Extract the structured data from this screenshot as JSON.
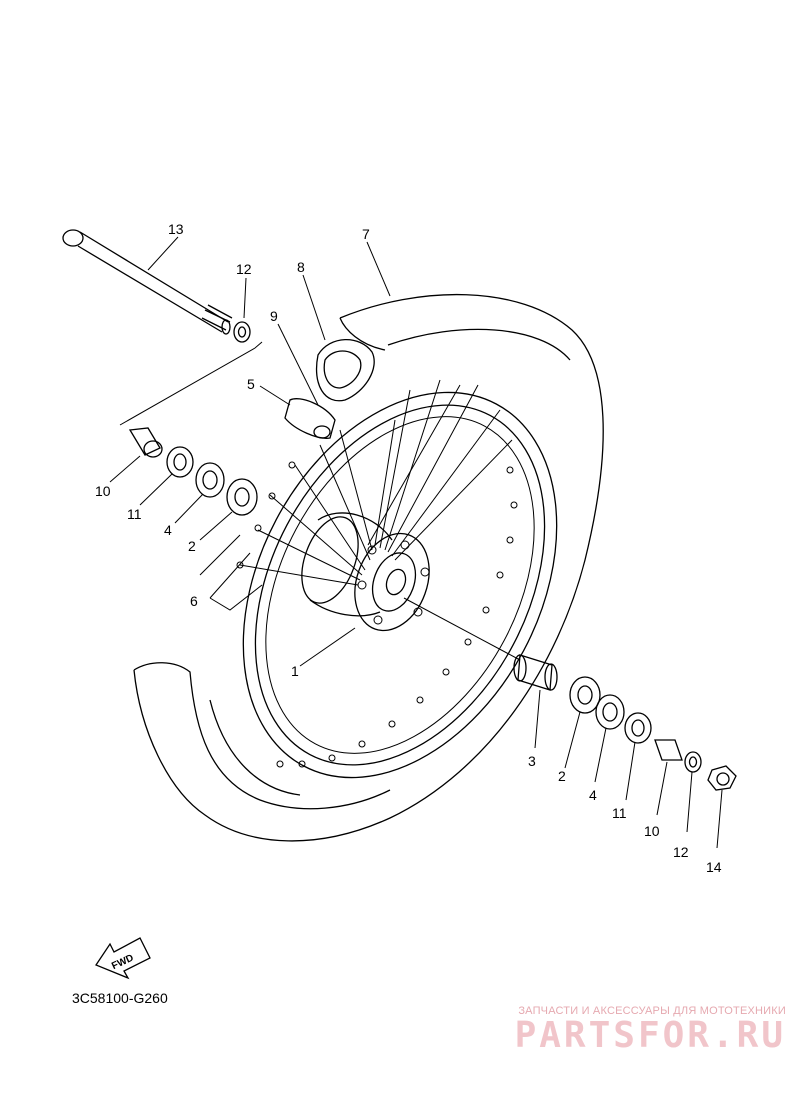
{
  "diagram": {
    "code": "3C58100-G260",
    "fwd_label": "FWD",
    "callouts": {
      "c1": "1",
      "c2a": "2",
      "c2b": "2",
      "c3": "3",
      "c4a": "4",
      "c4b": "4",
      "c5": "5",
      "c6": "6",
      "c7": "7",
      "c8": "8",
      "c9": "9",
      "c10a": "10",
      "c10b": "10",
      "c11a": "11",
      "c11b": "11",
      "c12a": "12",
      "c12b": "12",
      "c13": "13",
      "c14": "14"
    }
  },
  "watermark": {
    "tagline": "ЗАПЧАСТИ И АКСЕССУАРЫ ДЛЯ МОТОТЕХНИКИ",
    "logo": "PARTSFOR.RU",
    "color": "#e6a9b0"
  }
}
